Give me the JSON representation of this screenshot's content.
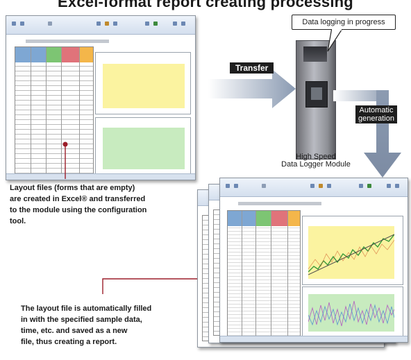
{
  "heading": "Excel-format report creating processing",
  "callout": {
    "text": "Data logging in progress"
  },
  "arrows": {
    "transfer_label": "Transfer",
    "auto_label_line1": "Automatic",
    "auto_label_line2": "generation"
  },
  "module": {
    "name_line1": "High Speed",
    "name_line2": "Data Logger Module"
  },
  "notes": {
    "layout_lines": [
      "Layout files (forms that are empty)",
      "are created in Excel® and transferred",
      "to the module using the configuration",
      "tool."
    ],
    "report_lines": [
      "The layout file is automatically filled",
      "in with the specified sample data,",
      "time, etc. and saved as a new",
      "file, thus creating a report."
    ]
  },
  "colors": {
    "leader_line": "#9c1e2a",
    "yellow_plot": "#fbf3a0",
    "green_plot": "#c8ebbf",
    "header_red": "#e0737a",
    "header_green": "#7dc573",
    "header_orange": "#f4b64a",
    "header_blue": "#7ea7d3"
  }
}
